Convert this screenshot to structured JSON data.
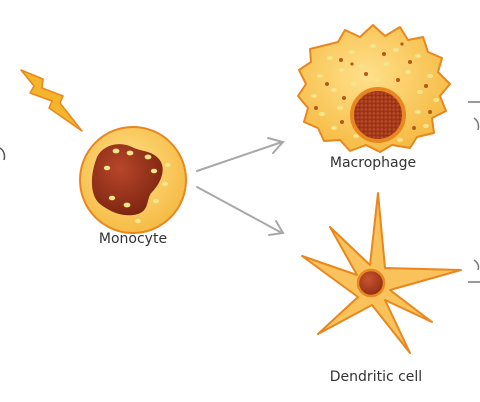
{
  "labels": {
    "monocyte": "Monocyte",
    "macrophage": "Macrophage",
    "dendritic": "Dendritic cell"
  },
  "colors": {
    "cytoplasm": "#f9c25a",
    "cell_outline": "#e8871f",
    "nucleus": "#a0371d",
    "nucleus_dark": "#6e1f0d",
    "granule": "#f4e58a",
    "granule_dark": "#b35a1c",
    "arrow": "#a8a8a8",
    "lightning": "#f5b52a"
  }
}
